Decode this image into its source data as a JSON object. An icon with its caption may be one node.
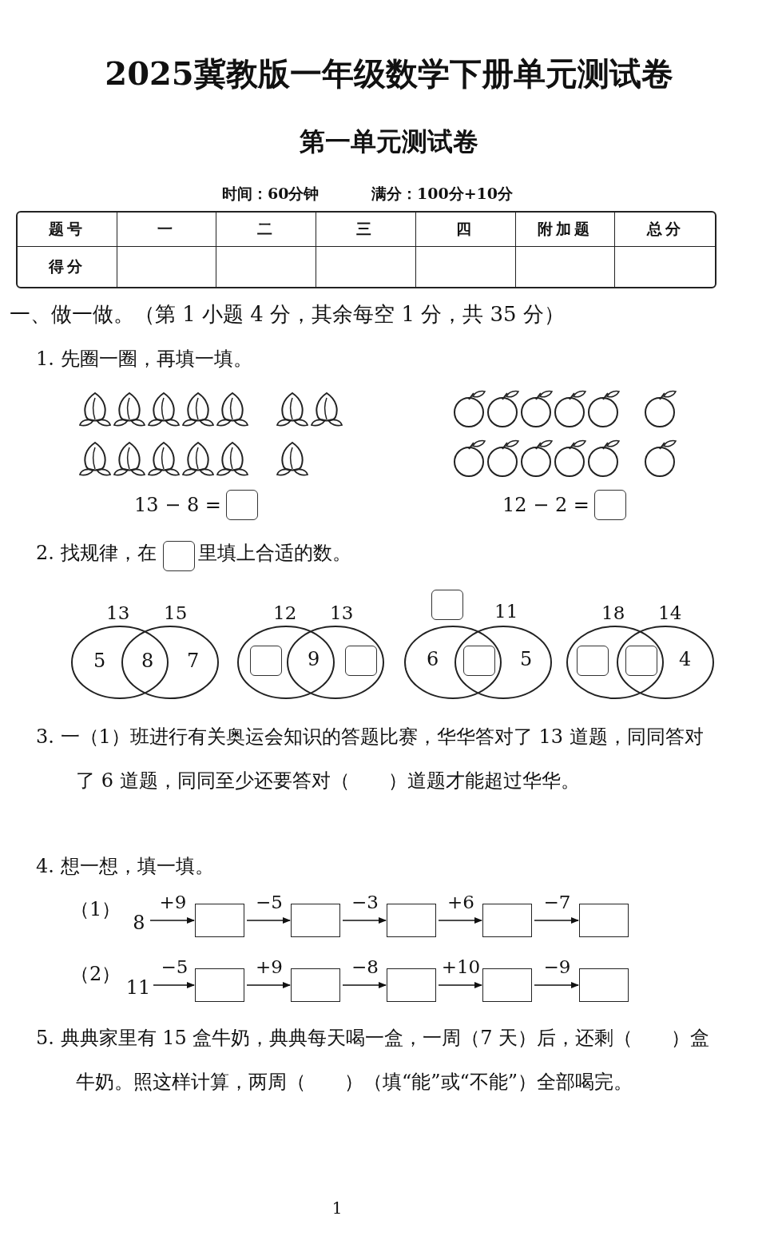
{
  "diagram": {
    "title": "2025冀教版一年级数学下册单元测试卷",
    "nodes": [
      {
        "text": [
          "8"
        ]
      },
      {
        "text": [],
        "shape": "box"
      },
      {
        "text": [],
        "shape": "box"
      },
      {
        "text": [],
        "shape": "box"
      },
      {
        "text": [],
        "shape": "box"
      },
      {
        "text": [],
        "shape": "box"
      },
      {
        "text": [
          "11"
        ]
      },
      {
        "text": [],
        "shape": "box"
      },
      {
        "text": [],
        "shape": "box"
      },
      {
        "text": [],
        "shape": "box"
      },
      {
        "text": [],
        "shape": "box"
      },
      {
        "text": [],
        "shape": "box"
      }
    ],
    "edges": [
      {
        "from": 0,
        "to": 1,
        "arrow": "to",
        "label": "+9"
      },
      {
        "from": 1,
        "to": 2,
        "arrow": "to",
        "label": "−5"
      },
      {
        "from": 2,
        "to": 3,
        "arrow": "to",
        "label": "−3"
      },
      {
        "from": 3,
        "to": 4,
        "arrow": "to",
        "label": "+6"
      },
      {
        "from": 4,
        "to": 5,
        "arrow": "to",
        "label": "−7"
      },
      {
        "from": 6,
        "to": 7,
        "arrow": "to",
        "label": "−5"
      },
      {
        "from": 7,
        "to": 8,
        "arrow": "to",
        "label": "+9"
      },
      {
        "from": 8,
        "to": 9,
        "arrow": "to",
        "label": "−8"
      },
      {
        "from": 9,
        "to": 10,
        "arrow": "to",
        "label": "+10"
      },
      {
        "from": 10,
        "to": 11,
        "arrow": "to",
        "label": "−9"
      }
    ],
    "labels": [
      "第一单元测试卷",
      "时间：60分钟",
      "满分：100分+10分",
      "题号",
      "一",
      "二",
      "三",
      "四",
      "附加题",
      "总分",
      "得分",
      "一、做一做。（第 1 小题 4 分，其余每空 1 分，共 35 分）",
      "1. 先圈一圈，再填一填。",
      "13 − 8 =",
      "12 − 2 =",
      "2. 找规律，在",
      "里填上合适的数。",
      "13",
      "15",
      "12",
      "13",
      "11",
      "18",
      "14",
      "5",
      "8",
      "7",
      "9",
      "6",
      "5",
      "4",
      "3. 一（1）班进行有关奥运会知识的答题比赛，华华答对了 13 道题，同同答对了 6 道题，同同至少还要答对（　　）道题才能超过华华。",
      "4. 想一想，填一填。",
      "（1）",
      "（2）",
      "5. 典典家里有 15 盒牛奶，典典每天喝一盒，一周（7 天）后，还剩（　　）盒牛奶。照这样计算，两周（　　）（填“能”或“不能”）全部喝完。",
      "1"
    ]
  }
}
